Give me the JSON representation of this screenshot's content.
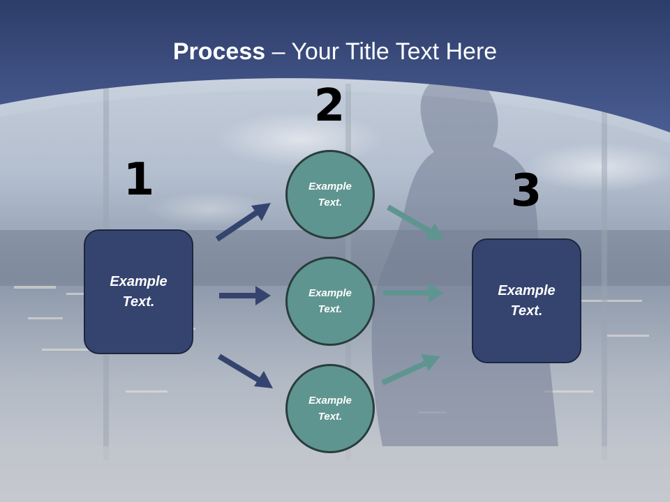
{
  "title": {
    "bold": "Process",
    "rest": " – Your Title Text Here"
  },
  "steps": {
    "one": "1",
    "two": "2",
    "three": "3"
  },
  "boxes": {
    "left": "Example Text.",
    "right": "Example Text."
  },
  "circles": {
    "top": "Example Text.",
    "middle": "Example Text.",
    "bottom": "Example Text."
  },
  "colors": {
    "header_blue": "#3e5186",
    "box_navy": "#35446f",
    "circle_teal": "#5f9590",
    "arrow_navy": "#35446f",
    "arrow_teal": "#5f9590"
  },
  "icons": {
    "arrows_left": "arrow-right-icon",
    "arrows_right": "arrow-right-icon"
  }
}
